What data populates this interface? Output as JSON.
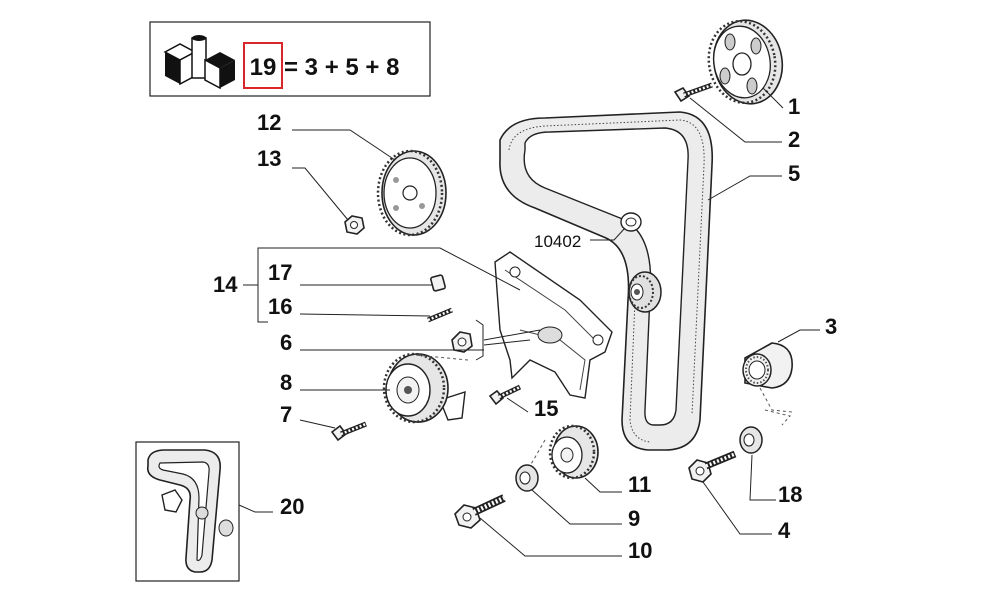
{
  "kit_box": {
    "kit_number": "19",
    "formula": "= 3 + 5 + 8",
    "kit_icon": "kit-boxes-icon",
    "highlight_color": "#d9262b"
  },
  "callouts": {
    "p1": "1",
    "p2": "2",
    "p3": "3",
    "p4": "4",
    "p5": "5",
    "p6": "6",
    "p7": "7",
    "p8": "8",
    "p9": "9",
    "p10": "10",
    "p11": "11",
    "p12": "12",
    "p13": "13",
    "p14": "14",
    "p15": "15",
    "p16": "16",
    "p17": "17",
    "p18": "18",
    "p20": "20",
    "ref": "10402"
  }
}
